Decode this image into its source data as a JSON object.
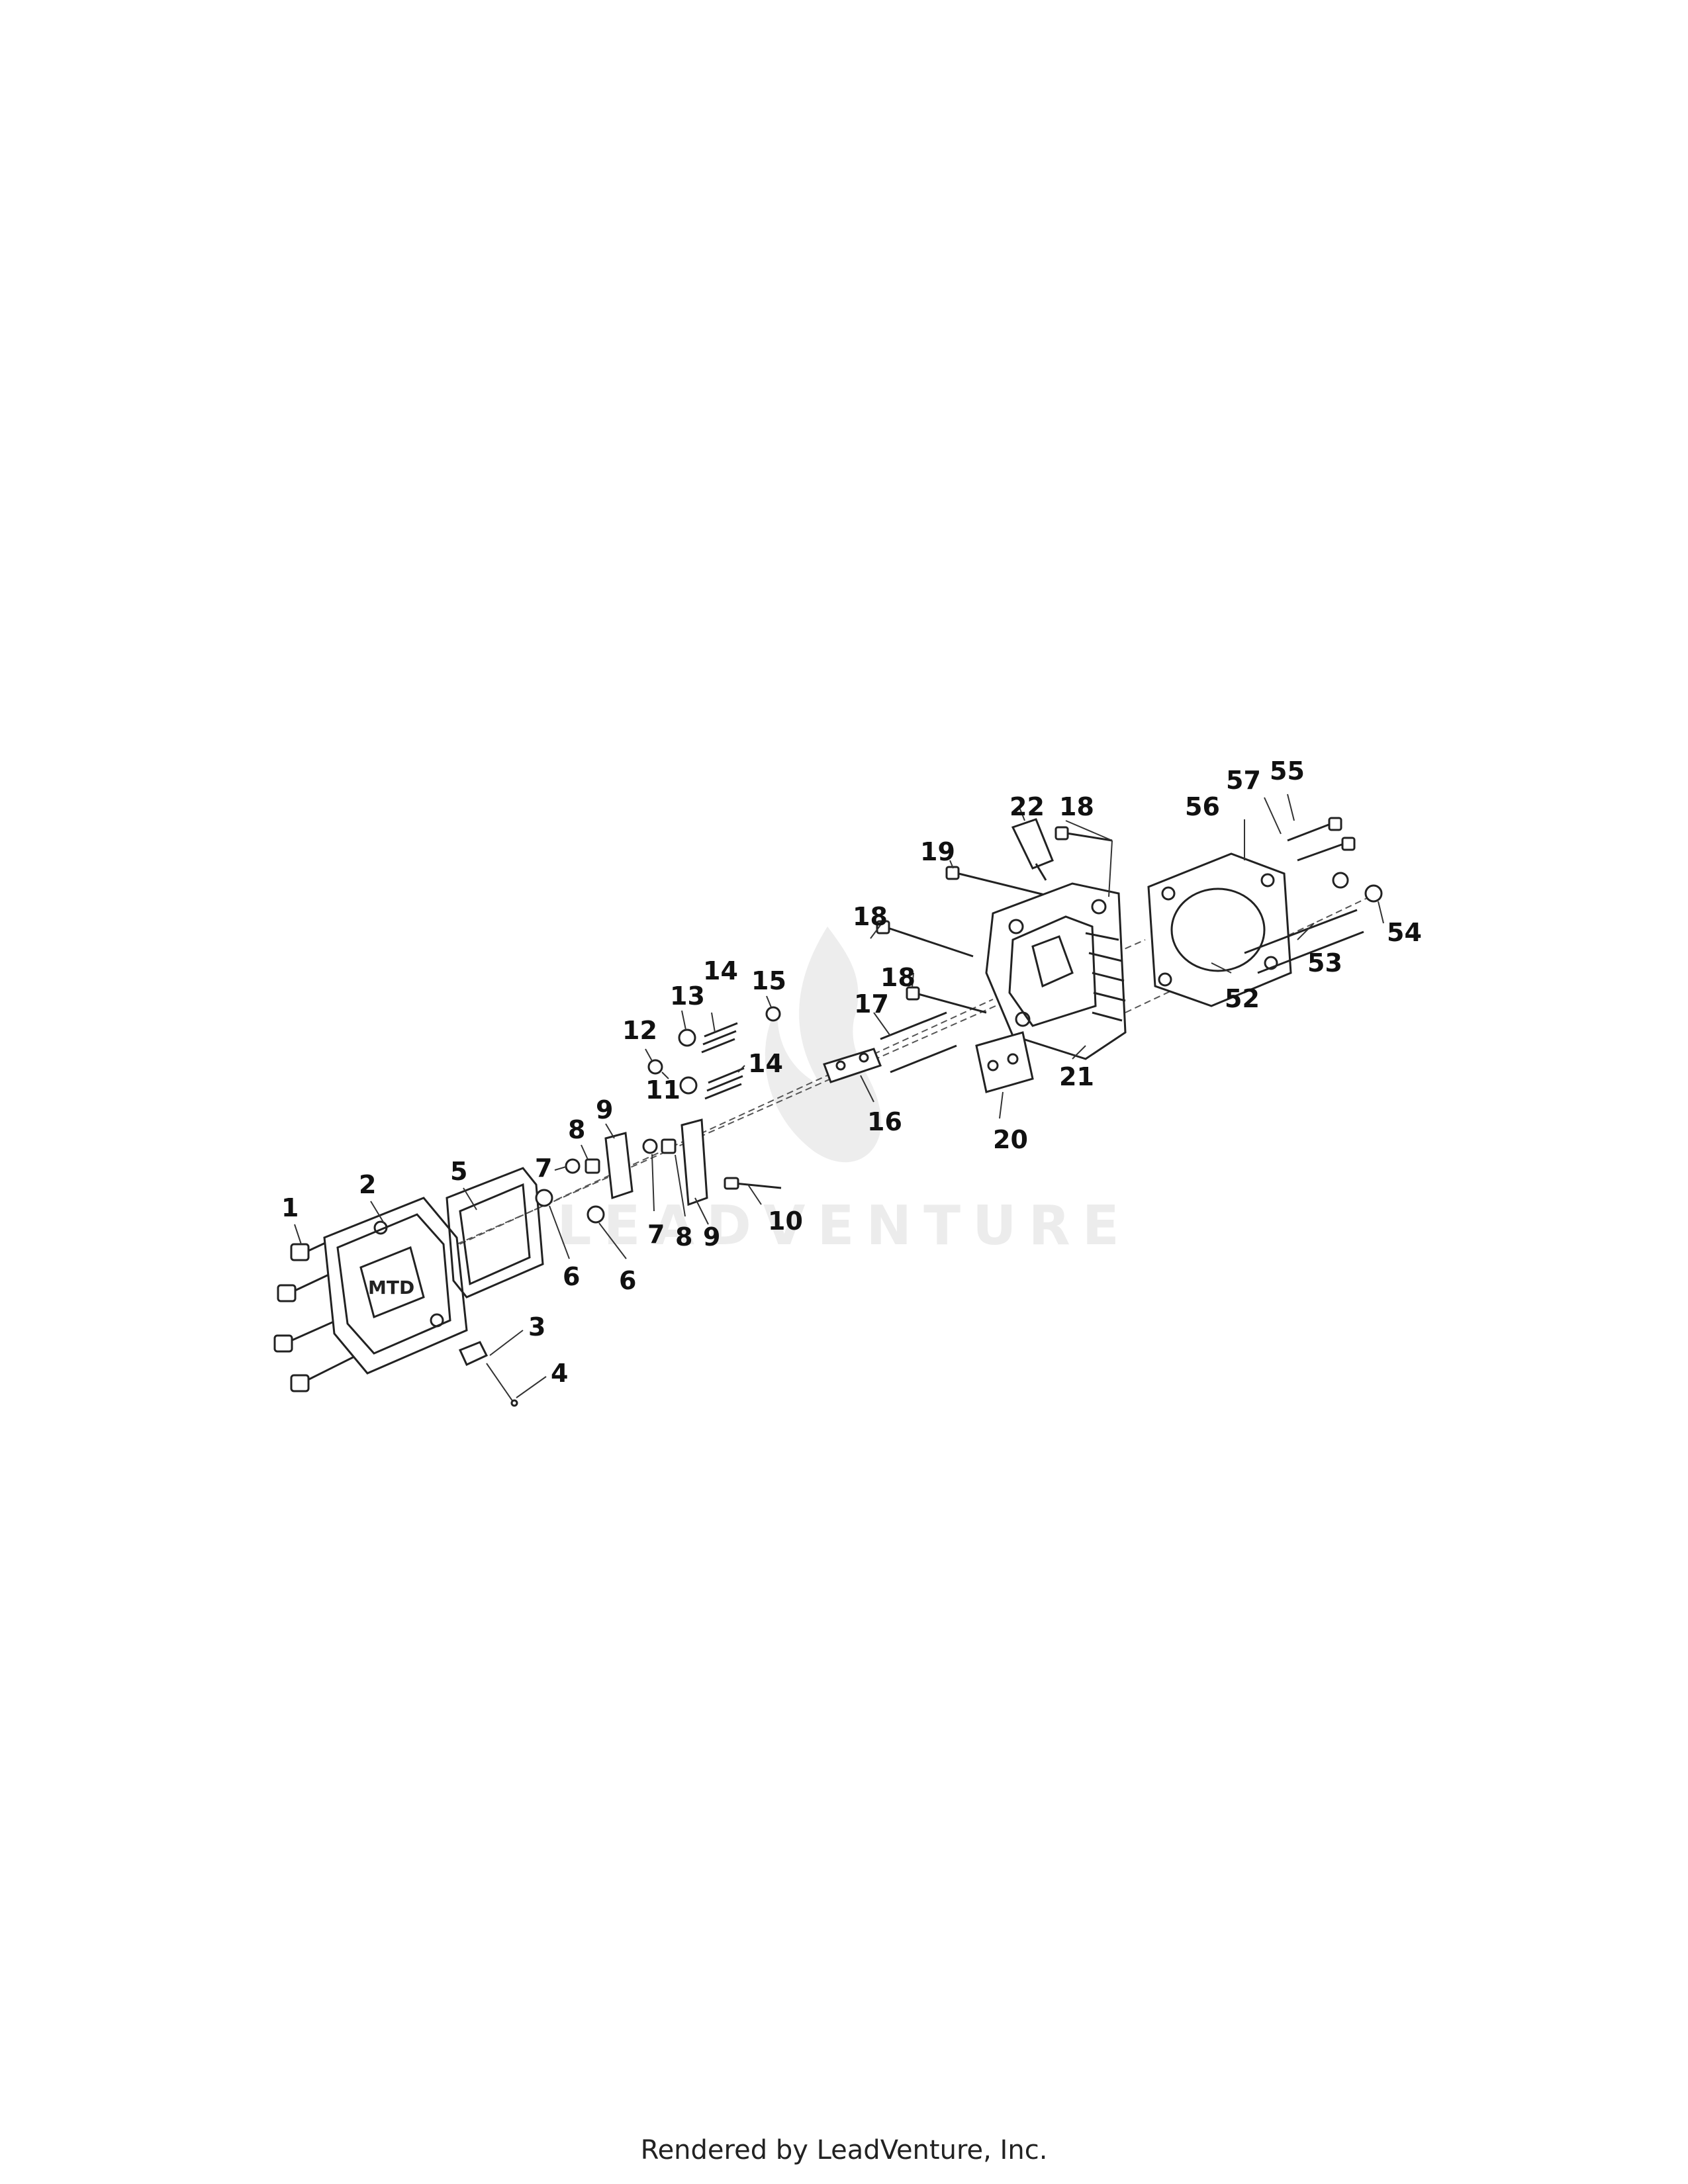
{
  "diagram": {
    "watermark": "LEADVENTURE",
    "callouts": [
      {
        "id": "c1",
        "label": "1"
      },
      {
        "id": "c2",
        "label": "2"
      },
      {
        "id": "c3",
        "label": "3"
      },
      {
        "id": "c4",
        "label": "4"
      },
      {
        "id": "c5",
        "label": "5"
      },
      {
        "id": "c6a",
        "label": "6"
      },
      {
        "id": "c6b",
        "label": "6"
      },
      {
        "id": "c7a",
        "label": "7"
      },
      {
        "id": "c7b",
        "label": "7"
      },
      {
        "id": "c8a",
        "label": "8"
      },
      {
        "id": "c8b",
        "label": "8"
      },
      {
        "id": "c9a",
        "label": "9"
      },
      {
        "id": "c9b",
        "label": "9"
      },
      {
        "id": "c10",
        "label": "10"
      },
      {
        "id": "c11",
        "label": "11"
      },
      {
        "id": "c12",
        "label": "12"
      },
      {
        "id": "c13",
        "label": "13"
      },
      {
        "id": "c14a",
        "label": "14"
      },
      {
        "id": "c14b",
        "label": "14"
      },
      {
        "id": "c15",
        "label": "15"
      },
      {
        "id": "c16",
        "label": "16"
      },
      {
        "id": "c17",
        "label": "17"
      },
      {
        "id": "c18a",
        "label": "18"
      },
      {
        "id": "c18b",
        "label": "18"
      },
      {
        "id": "c18c",
        "label": "18"
      },
      {
        "id": "c19",
        "label": "19"
      },
      {
        "id": "c20",
        "label": "20"
      },
      {
        "id": "c21",
        "label": "21"
      },
      {
        "id": "c22",
        "label": "22"
      },
      {
        "id": "c52",
        "label": "52"
      },
      {
        "id": "c53",
        "label": "53"
      },
      {
        "id": "c54",
        "label": "54"
      },
      {
        "id": "c55",
        "label": "55"
      },
      {
        "id": "c56",
        "label": "56"
      },
      {
        "id": "c57",
        "label": "57"
      }
    ]
  },
  "footer": {
    "text": "Rendered by LeadVenture, Inc."
  }
}
